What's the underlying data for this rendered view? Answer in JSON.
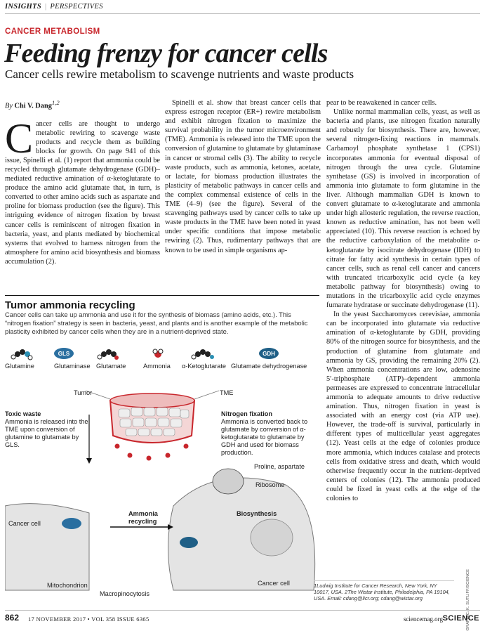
{
  "header": {
    "section1": "INSIGHTS",
    "section2": "PERSPECTIVES"
  },
  "kicker": "CANCER METABOLISM",
  "headline": "Feeding frenzy for cancer cells",
  "deck": "Cancer cells rewire metabolism to scavenge nutrients and waste products",
  "byline": {
    "prefix": "By ",
    "author": "Chi V. Dang",
    "affil": "1,2"
  },
  "col1": {
    "dropcap": "C",
    "p1": "ancer cells are thought to undergo metabolic rewiring to scavenge waste products and recycle them as building blocks for growth. On page 941 of this issue, Spinelli et al. (1) report that ammonia could be recycled through glutamate dehydrogenase (GDH)–mediated reductive amination of α-ketoglutarate to produce the amino acid glutamate that, in turn, is converted to other amino acids such as aspartate and proline for biomass production (see the figure). This intriguing evidence of nitrogen fixation by breast cancer cells is reminiscent of nitrogen fixation in bacteria, yeast, and plants mediated by biochemical systems that evolved to harness nitrogen from the atmosphere for amino acid biosynthesis and biomass accumulation (2)."
  },
  "col2": {
    "p1": "Spinelli et al. show that breast cancer cells that express estrogen receptor (ER+) rewire metabolism and exhibit nitrogen fixation to maximize the survival probability in the tumor microenvironment (TME). Ammonia is released into the TME upon the conversion of glutamine to glutamate by glutaminase in cancer or stromal cells (3). The ability to recycle waste products, such as ammonia, ketones, acetate, or lactate, for biomass production illustrates the plasticity of metabolic pathways in cancer cells and the complex commensal existence of cells in the TME (4–9) (see the figure). Several of the scavenging pathways used by cancer cells to take up waste products in the TME have been noted in yeast under specific conditions that impose metabolic rewiring (2). Thus, rudimentary pathways that are known to be used in simple organisms ap-"
  },
  "col3": {
    "p0": "pear to be reawakened in cancer cells.",
    "p1": "Unlike normal mammalian cells, yeast, as well as bacteria and plants, use nitrogen fixation naturally and robustly for biosynthesis. There are, however, several nitrogen-fixing reactions in mammals. Carbamoyl phosphate synthetase 1 (CPS1) incorporates ammonia for eventual disposal of nitrogen through the urea cycle. Glutamine synthetase (GS) is involved in incorporation of ammonia into glutamate to form glutamine in the liver. Although mammalian GDH is known to convert glutamate to α-ketoglutarate and ammonia under high allosteric regulation, the reverse reaction, known as reductive amination, has not been well appreciated (10). This reverse reaction is echoed by the reductive carboxylation of the metabolite α-ketoglutarate by isocitrate dehydrogenase (IDH) to citrate for fatty acid synthesis in certain types of cancer cells, such as renal cell cancer and cancers with truncated tricarboxylic acid cycle (a key metabolic pathway for biosynthesis) owing to mutations in the tricarboxylic acid cycle enzymes fumarate hydratase or succinate dehydrogenase (11).",
    "p2": "In the yeast Saccharomyces cerevisiae, ammonia can be incorporated into glutamate via reductive amination of α-ketoglutarate by GDH, providing 80% of the nitrogen source for biosynthesis, and the production of glutamine from glutamate and ammonia by GS, providing the remaining 20% (2). When ammonia concentrations are low, adenosine 5′-triphosphate (ATP)–dependent ammonia permeases are expressed to concentrate intracellular ammonia to adequate amounts to drive reductive amination. Thus, nitrogen fixation in yeast is associated with an energy cost (via ATP use). However, the trade-off is survival, particularly in different types of multicellular yeast aggregates (12). Yeast cells at the edge of colonies produce more ammonia, which induces catalase and protects cells from oxidative stress and death, which would otherwise frequently occur in the nutrient-deprived centers of colonies (12). The ammonia produced could be fixed in yeast cells at the edge of the colonies to"
  },
  "figure": {
    "title": "Tumor ammonia recycling",
    "caption": "Cancer cells can take up ammonia and use it for the synthesis of biomass (amino acids, etc.). This “nitrogen fixation” strategy is seen in bacteria, yeast, and plants and is another example of the metabolic plasticity exhibited by cancer cells when they are in a nutrient-deprived state.",
    "legend": [
      "Glutamine",
      "Glutaminase",
      "Glutamate",
      "Ammonia",
      "α-Ketoglutarate",
      "Glutamate dehydrogenase"
    ],
    "legend_badges": {
      "gls": "GLS",
      "gdh": "GDH"
    },
    "labels": {
      "tumor": "Tumor",
      "tme": "TME",
      "toxic_title": "Toxic waste",
      "toxic_body": "Ammonia is released into the TME upon conversion of glutamine to glutamate by GLS.",
      "nfix_title": "Nitrogen fixation",
      "nfix_body": "Ammonia is converted back to glutamate by conversion of α-ketoglutarate to glutamate by GDH and used for biomass production.",
      "proline": "Proline, aspartate",
      "ribosome": "Ribosome",
      "biosynthesis": "Biosynthesis",
      "recycling": "Ammonia recycling",
      "cancer_cell_left": "Cancer cell",
      "cancer_cell_right": "Cancer cell",
      "mitochondrion": "Mitochondrion",
      "macropinocytosis": "Macropinocytosis"
    },
    "colors": {
      "glutamine_accent": "#2a8fb3",
      "ammonia": "#c8262c",
      "enzyme": "#1f5f86",
      "tumor": "#c8262c"
    }
  },
  "footnote": "1Ludwig Institute for Cancer Research, New York, NY 10017, USA. 2The Wistar Institute, Philadelphia, PA 19104, USA. Email: cdang@licr.org; cdang@wistar.org",
  "credit": "GRAPHIC: K. SUTLIFF/SCIENCE",
  "footer": {
    "page": "862",
    "issue": "17 NOVEMBER 2017 • VOL 358 ISSUE 6365",
    "site": "sciencemag.org",
    "journal": "SCIENCE"
  }
}
